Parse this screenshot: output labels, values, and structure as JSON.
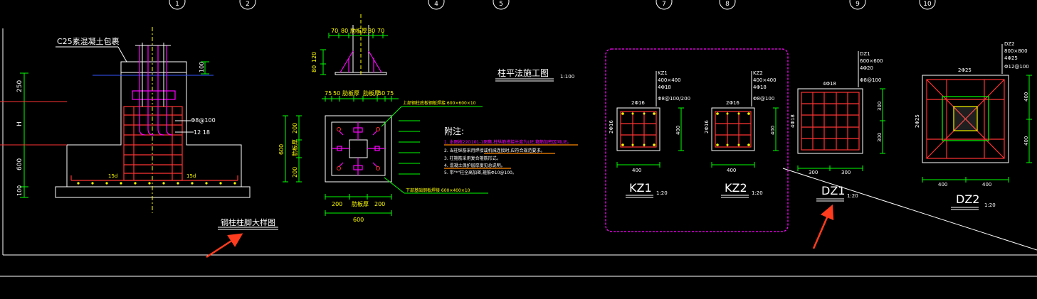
{
  "grid_bubbles": [
    "1",
    "2",
    "4",
    "5",
    "7",
    "8",
    "9",
    "10"
  ],
  "footing_detail": {
    "callout": "C25素混凝土包裹",
    "dims": [
      "250",
      "H",
      "600",
      "100"
    ],
    "bar_note_1": "Φ8@100",
    "bar_note_2": "12 18",
    "bolt_dim": "100",
    "anchor_15d_left": "15d",
    "anchor_15d_right": "15d",
    "title": "钢柱柱脚大样图"
  },
  "base_plate": {
    "elev_dims_top": [
      "70",
      "80",
      "肋板厚",
      "80",
      "70"
    ],
    "elev_dims_side": [
      "80",
      "120"
    ],
    "top_dims": [
      "75",
      "50",
      "肋板厚",
      "肋板厚",
      "50",
      "75"
    ],
    "note_top": "上部钢柱底板钢板焊接 600×600×10",
    "note_bottom": "下部基础钢板焊接 600×400×10",
    "side_dims": [
      "200",
      "肋板厚",
      "200"
    ],
    "side_total": "600",
    "bottom_dims": [
      "200",
      "肋板厚",
      "200"
    ],
    "bottom_total": "600"
  },
  "notes": {
    "heading": "附注:",
    "lines": [
      "1. 本图按22G101-1图集,柱纵筋搭接长度为LlE,箍筋加密区同LlE。",
      "2. 当柱纵筋采用焊接或机械连接时,应符合规范要求。",
      "3. 柱箍筋采用复合箍筋形式。",
      "4. 混凝土保护层厚度见总说明。",
      "5. 带\"*\"柱全高加密,箍筋Φ10@100。"
    ]
  },
  "plan_title": {
    "text": "柱平法施工图",
    "scale": "1:100"
  },
  "kz1": {
    "tags": [
      "KZ1",
      "400×400",
      "4Φ18",
      "Φ8@100/200"
    ],
    "top_bar": "2Φ16",
    "side_bar": "2Φ16",
    "height": "400",
    "width": "400",
    "label": "KZ1",
    "scale": "1:20"
  },
  "kz2": {
    "tags": [
      "KZ2",
      "400×400",
      "4Φ18",
      "Φ8@100"
    ],
    "top_bar": "2Φ16",
    "side_bar": "2Φ16",
    "height": "400",
    "width": "400",
    "label": "KZ2",
    "scale": "1:20"
  },
  "dz1": {
    "tags": [
      "DZ1",
      "600×600",
      "4Φ20",
      "Φ8@100"
    ],
    "top_bar": "4Φ18",
    "side_bar": "4Φ18",
    "dim_300_a": "300",
    "dim_300_b": "300",
    "dim_300_c": "300",
    "dim_300_d": "300",
    "label": "DZ1",
    "scale": "1:20"
  },
  "dz2": {
    "tags": [
      "DZ2",
      "800×800",
      "4Φ25",
      "Φ12@100"
    ],
    "top_bar": "2Φ25",
    "side_bar": "2Φ25",
    "dim_400_a": "400",
    "dim_400_b": "400",
    "dim_400_c": "400",
    "dim_400_d": "400",
    "label": "DZ2",
    "scale": "1:20"
  },
  "colors": {
    "background": "#000000",
    "line_white": "#ffffff",
    "line_red": "#ff3333",
    "dim_green": "#00ff00",
    "accent_magenta": "#ff00ff",
    "note_yellow": "#ffff00",
    "arrow_red": "#ff3c1e"
  }
}
